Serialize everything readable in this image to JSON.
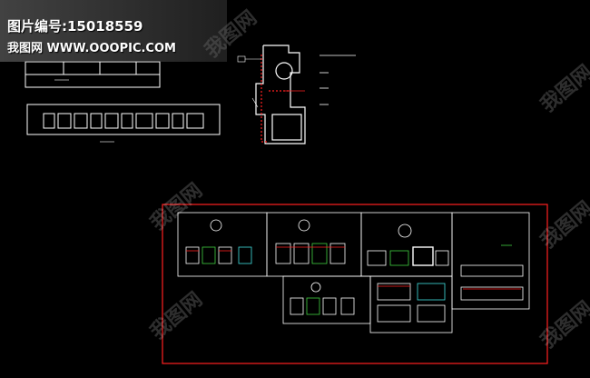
{
  "banner": {
    "line1_prefix": "图片编号:",
    "line1_value": "15018559",
    "line2": "我图网 WWW.OOOPIC.COM"
  },
  "watermark_text": "我图网",
  "colors": {
    "background": "#000000",
    "drawing_white": "#ffffff",
    "drawing_red": "#ff2020",
    "drawing_cyan": "#40e0e0",
    "drawing_yellow": "#e0e040",
    "drawing_green": "#40d040"
  }
}
